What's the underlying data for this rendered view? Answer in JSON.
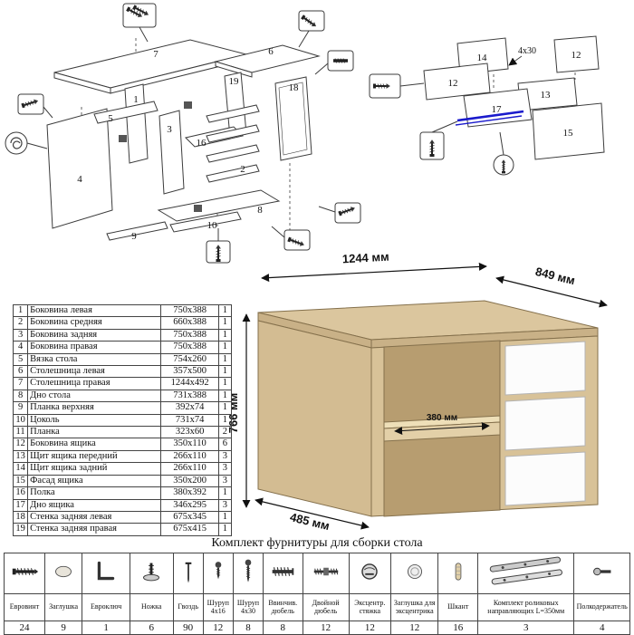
{
  "title_block": {
    "hardware_title": "Комплект фурнитуры для сборки стола"
  },
  "parts_table": {
    "rows": [
      {
        "num": "1",
        "name": "Боковина левая",
        "size": "750x388",
        "qty": "1"
      },
      {
        "num": "2",
        "name": "Боковина средняя",
        "size": "660x388",
        "qty": "1"
      },
      {
        "num": "3",
        "name": "Боковина задняя",
        "size": "750x388",
        "qty": "1"
      },
      {
        "num": "4",
        "name": "Боковина правая",
        "size": "750x388",
        "qty": "1"
      },
      {
        "num": "5",
        "name": "Вязка стола",
        "size": "754x260",
        "qty": "1"
      },
      {
        "num": "6",
        "name": "Столешница левая",
        "size": "357x500",
        "qty": "1"
      },
      {
        "num": "7",
        "name": "Столешница правая",
        "size": "1244x492",
        "qty": "1"
      },
      {
        "num": "8",
        "name": "Дно стола",
        "size": "731x388",
        "qty": "1"
      },
      {
        "num": "9",
        "name": "Планка верхняя",
        "size": "392x74",
        "qty": "1"
      },
      {
        "num": "10",
        "name": "Цоколь",
        "size": "731x74",
        "qty": "1"
      },
      {
        "num": "11",
        "name": "Планка",
        "size": "323x60",
        "qty": "2"
      },
      {
        "num": "12",
        "name": "Боковина ящика",
        "size": "350x110",
        "qty": "6"
      },
      {
        "num": "13",
        "name": "Щит ящика передний",
        "size": "266x110",
        "qty": "3"
      },
      {
        "num": "14",
        "name": "Щит ящика задний",
        "size": "266x110",
        "qty": "3"
      },
      {
        "num": "15",
        "name": "Фасад ящика",
        "size": "350x200",
        "qty": "3"
      },
      {
        "num": "16",
        "name": "Полка",
        "size": "380x392",
        "qty": "1"
      },
      {
        "num": "17",
        "name": "Дно ящика",
        "size": "346x295",
        "qty": "3"
      },
      {
        "num": "18",
        "name": "Стенка задняя левая",
        "size": "675x345",
        "qty": "1"
      },
      {
        "num": "19",
        "name": "Стенка задняя правая",
        "size": "675x415",
        "qty": "1"
      }
    ]
  },
  "desk_dims": {
    "width": "1244 мм",
    "depth": "849 мм",
    "height": "766 мм",
    "shelf_depth": "380 мм",
    "side_depth": "485 мм"
  },
  "desk_colors": {
    "wood": "#dbc69e",
    "drawer": "#fcfcfc",
    "slide_highlight": "#1a1acc"
  },
  "exploded_left": {
    "labels": [
      "7",
      "6",
      "19",
      "18",
      "1",
      "5",
      "3",
      "16",
      "2",
      "8",
      "10",
      "4",
      "9"
    ]
  },
  "exploded_right": {
    "labels": [
      "14",
      "12",
      "12",
      "13",
      "15",
      "17"
    ],
    "note": "4x30"
  },
  "hardware_table": {
    "items": [
      {
        "name": "Евровинт",
        "qty": "24",
        "icon": "confirmat-screw-icon"
      },
      {
        "name": "Заглушка",
        "qty": "9",
        "icon": "cap-icon"
      },
      {
        "name": "Евроключ",
        "qty": "1",
        "icon": "hex-key-icon"
      },
      {
        "name": "Ножка",
        "qty": "6",
        "icon": "foot-icon"
      },
      {
        "name": "Гвоздь",
        "qty": "90",
        "icon": "nail-icon"
      },
      {
        "name": "Шуруп 4x16",
        "qty": "12",
        "icon": "screw-small-icon"
      },
      {
        "name": "Шуруп 4x30",
        "qty": "8",
        "icon": "screw-long-icon"
      },
      {
        "name": "Ввинчив. дюбель",
        "qty": "8",
        "icon": "threaded-dowel-icon"
      },
      {
        "name": "Двойной дюбель",
        "qty": "12",
        "icon": "double-dowel-icon"
      },
      {
        "name": "Эксцентр. стяжка",
        "qty": "12",
        "icon": "cam-lock-icon"
      },
      {
        "name": "Заглушка для эксцентрика",
        "qty": "12",
        "icon": "cam-cap-icon"
      },
      {
        "name": "Шкант",
        "qty": "16",
        "icon": "wood-dowel-icon"
      },
      {
        "name": "Комплект роликовых направляющих L=350мм",
        "qty": "3",
        "icon": "drawer-slides-icon"
      },
      {
        "name": "Полкодержатель",
        "qty": "4",
        "icon": "shelf-pin-icon"
      }
    ]
  }
}
